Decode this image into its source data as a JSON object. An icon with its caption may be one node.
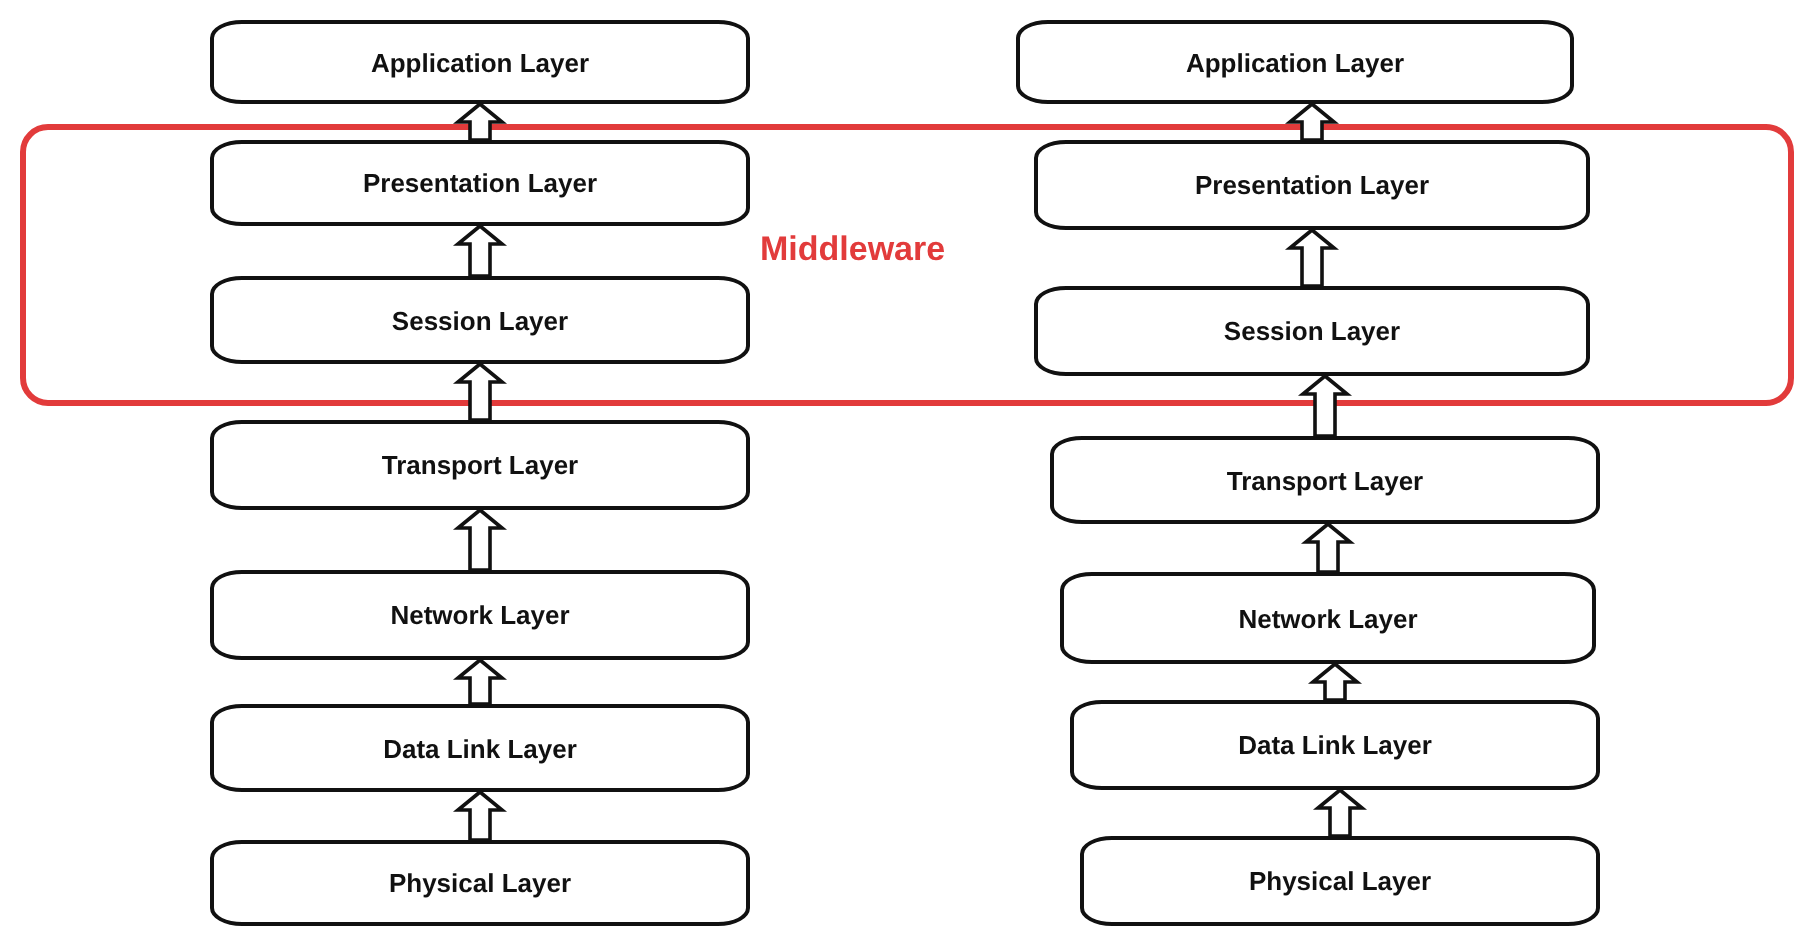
{
  "diagram": {
    "nodes": [
      {
        "text": [
          "Middleware"
        ]
      },
      {
        "text": [
          "Application Layer"
        ]
      },
      {
        "text": [
          "Presentation Layer"
        ],
        "in": 0
      },
      {
        "text": [
          "Session Layer"
        ],
        "in": 0
      },
      {
        "text": [
          "Transport Layer"
        ]
      },
      {
        "text": [
          "Network Layer"
        ]
      },
      {
        "text": [
          "Data Link Layer"
        ]
      },
      {
        "text": [
          "Physical Layer"
        ]
      },
      {
        "text": [
          "Application Layer"
        ]
      },
      {
        "text": [
          "Presentation Layer"
        ],
        "in": 0
      },
      {
        "text": [
          "Session Layer"
        ],
        "in": 0
      },
      {
        "text": [
          "Transport Layer"
        ]
      },
      {
        "text": [
          "Network Layer"
        ]
      },
      {
        "text": [
          "Data Link Layer"
        ]
      },
      {
        "text": [
          "Physical Layer"
        ]
      }
    ],
    "edges": [
      {
        "from": 2,
        "to": 1,
        "arrow": "to"
      },
      {
        "from": 3,
        "to": 2,
        "arrow": "to"
      },
      {
        "from": 4,
        "to": 3,
        "arrow": "to"
      },
      {
        "from": 5,
        "to": 4,
        "arrow": "to"
      },
      {
        "from": 6,
        "to": 5,
        "arrow": "to"
      },
      {
        "from": 7,
        "to": 6,
        "arrow": "to"
      },
      {
        "from": 9,
        "to": 8,
        "arrow": "to"
      },
      {
        "from": 10,
        "to": 9,
        "arrow": "to"
      },
      {
        "from": 11,
        "to": 10,
        "arrow": "to"
      },
      {
        "from": 12,
        "to": 11,
        "arrow": "to"
      },
      {
        "from": 13,
        "to": 12,
        "arrow": "to"
      },
      {
        "from": 14,
        "to": 13,
        "arrow": "to"
      }
    ]
  }
}
